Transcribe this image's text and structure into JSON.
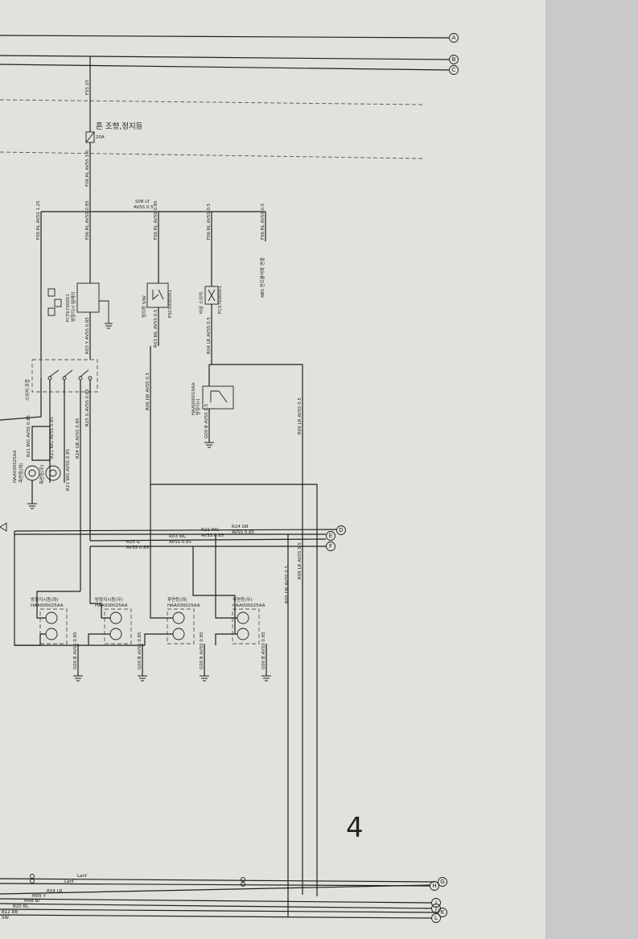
{
  "connectors": [
    "A",
    "B",
    "C",
    "D",
    "E",
    "F",
    "G",
    "H",
    "I",
    "J",
    "K",
    "L"
  ],
  "fuse": {
    "title": "혼 조향,정지등",
    "rating": "20A"
  },
  "splice_label": [
    "S08 LY",
    "AVSS 0.5"
  ],
  "wire_labels": {
    "w1": "F55 2Y",
    "w2": "F06 RL  AVSS 3.0",
    "w3": "F06 RL  AVSS 1.25",
    "w4": "F06 RL  AVSS 0.85",
    "w5": "F06 RL  AVSS 0.85",
    "w6": "F06 RL  AVSS 0.5",
    "w7": "F06 RL  AVSS 0.5",
    "w8": "R03 Y  AVSS 0.85",
    "w9": "R03 WL  AVSS 0.5",
    "w10": "R04 LR  AVSS 0.5",
    "w11": "R06 LW  AVSS 0.5",
    "w12": "R06 LR  AVSS 0.5",
    "w13": "R25 G  AVSS 0.85",
    "w14": "R24 GB  AVSS 0.85",
    "w15": "R21 WG  AVSS 0.85",
    "w16": "R21 WG  AVSS 0.85",
    "w17": "R21 WG  AVSS 0.85",
    "w18": "R06 LW  AVSS 0.5",
    "w19": "R06 LR  AVSS 0.5",
    "w20": "G00 B  AVSS 0.5",
    "w21": "G00 B  AVSS 0.85",
    "w22": "G00 B  AVSS 0.85",
    "w23": "G00 B  AVSS 0.85",
    "w24": "G00 B  AVSS 0.85"
  },
  "bus_labels": {
    "d": [
      "R24 GB",
      "AVSS 0.85"
    ],
    "e": [
      "R21 WG",
      "AVSS 0.85"
    ],
    "e2": [
      "R03 WL",
      "AVSS 0.85"
    ],
    "f": [
      "R25 G",
      "AVSS 0.85"
    ]
  },
  "bottom_wires": [
    "Lanf",
    "Lanf",
    "R04 LR",
    "M05 Y",
    "M48 Br",
    "B20 RL",
    "B12 RB",
    "SW"
  ],
  "components": {
    "relay": "방향지시 릴레이",
    "stop_switch": "정지등 S/W",
    "hazard": "비상 스위치",
    "combi": "스위치 조합",
    "flasher": "방향지시 후면",
    "note": "ABS 컨트롤러와 연결",
    "indicator": "방향지시",
    "lamp_fl": "방향지시등(좌)",
    "lamp_fr": "방향지시등(우)",
    "lamp_rl": "후면등(좌)",
    "lamp_rr": "후면등(우)",
    "lamp_sl": "측면등(좌)",
    "lamp_sr": "측면등(우)"
  },
  "part_numbers": {
    "lamps": "HAA000025AA",
    "relay": "FCT6700001",
    "stop_switch": "FSC5000001",
    "hazard": "FCS7600001",
    "indicator": "HAA000019AA"
  },
  "page_number": "4"
}
